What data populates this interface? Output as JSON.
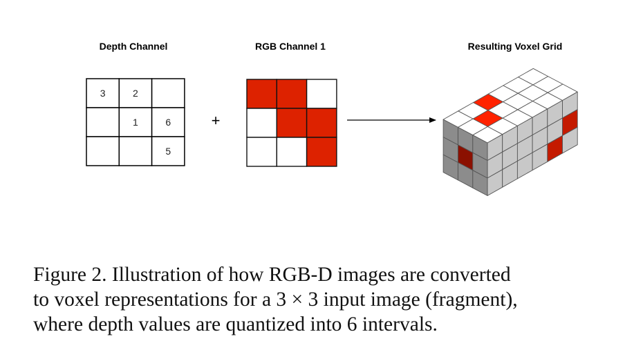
{
  "panels": {
    "depth": {
      "title": "Depth Channel",
      "grid": [
        [
          "3",
          "2",
          ""
        ],
        [
          "",
          "1",
          "6"
        ],
        [
          "",
          "",
          "5"
        ]
      ]
    },
    "rgb": {
      "title": "RGB Channel 1",
      "grid": [
        [
          1,
          1,
          0
        ],
        [
          0,
          1,
          1
        ],
        [
          0,
          0,
          1
        ]
      ],
      "on_color": "#dd2200",
      "off_color": "#ffffff"
    },
    "operator": "+",
    "voxel": {
      "title": "Resulting Voxel Grid",
      "dims": {
        "width": 6,
        "depth": 3,
        "height": 3
      },
      "colors": {
        "top": "#ffffff",
        "top_red": "#ff2200",
        "right": "#c8c8c8",
        "right_red": "#c41a00",
        "left": "#8c8c8c",
        "left_red": "#8b1000",
        "line": "#555555"
      },
      "red_top": [
        [
          1,
          1
        ],
        [
          2,
          2
        ]
      ],
      "red_right": [
        [
          5,
          1
        ],
        [
          4,
          2
        ]
      ],
      "red_left": [
        [
          1,
          1
        ]
      ]
    }
  },
  "caption": {
    "lines": [
      "Figure 2. Illustration of how RGB-D images are converted",
      "to voxel representations for a 3 × 3 input image (fragment),",
      "where depth values are quantized into 6 intervals."
    ]
  }
}
